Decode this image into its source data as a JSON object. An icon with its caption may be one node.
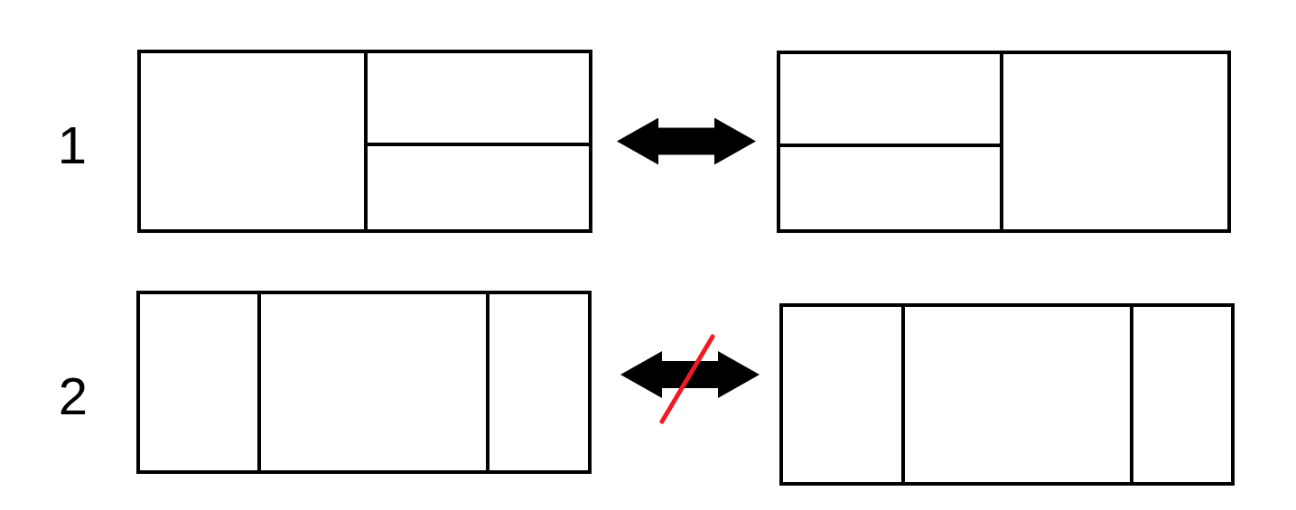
{
  "diagram": {
    "nodes": [
      {
        "text": [],
        "shape": "box"
      },
      {
        "text": [],
        "shape": "box"
      },
      {
        "text": [],
        "shape": "box"
      },
      {
        "text": [],
        "shape": "box"
      }
    ],
    "edges": [
      {
        "from": 0,
        "to": 1,
        "arrow": "both"
      },
      {
        "from": 2,
        "to": 3,
        "arrow": "both"
      }
    ],
    "labels": [
      "1",
      "2"
    ]
  }
}
